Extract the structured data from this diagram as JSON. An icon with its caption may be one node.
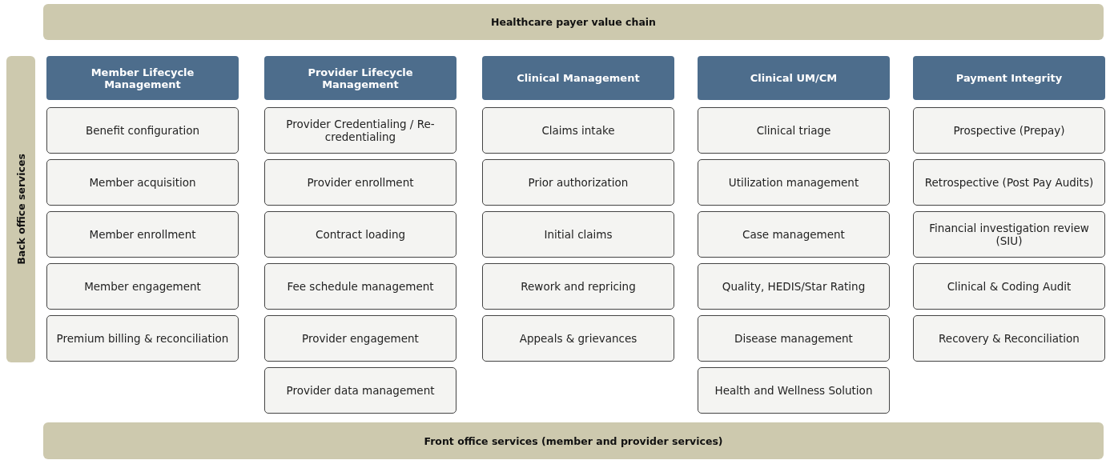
{
  "diagram": {
    "nodes": [
      {
        "text": [
          "Healthcare payer value chain"
        ]
      },
      {
        "text": [
          "Back office services"
        ]
      },
      {
        "text": [
          "Member Lifecycle Management"
        ]
      },
      {
        "text": [
          "Benefit configuration"
        ]
      },
      {
        "text": [
          "Member acquisition"
        ]
      },
      {
        "text": [
          "Member enrollment"
        ]
      },
      {
        "text": [
          "Member engagement"
        ]
      },
      {
        "text": [
          "Premium billing & reconciliation"
        ]
      },
      {
        "text": [
          "Provider Lifecycle Management"
        ]
      },
      {
        "text": [
          "Provider Credentialing / Re-credentialing"
        ]
      },
      {
        "text": [
          "Provider enrollment"
        ]
      },
      {
        "text": [
          "Contract loading"
        ]
      },
      {
        "text": [
          "Fee schedule management"
        ]
      },
      {
        "text": [
          "Provider engagement"
        ]
      },
      {
        "text": [
          "Provider data management"
        ]
      },
      {
        "text": [
          "Clinical Management"
        ]
      },
      {
        "text": [
          "Claims intake"
        ]
      },
      {
        "text": [
          "Prior authorization"
        ]
      },
      {
        "text": [
          "Initial claims"
        ]
      },
      {
        "text": [
          "Rework and repricing"
        ]
      },
      {
        "text": [
          "Appeals & grievances"
        ]
      },
      {
        "text": [
          "Clinical UM/CM"
        ]
      },
      {
        "text": [
          "Clinical triage"
        ]
      },
      {
        "text": [
          "Utilization management"
        ]
      },
      {
        "text": [
          "Case management"
        ]
      },
      {
        "text": [
          "Quality, HEDIS/Star Rating"
        ]
      },
      {
        "text": [
          "Disease management"
        ]
      },
      {
        "text": [
          "Health and Wellness Solution"
        ]
      },
      {
        "text": [
          "Payment Integrity"
        ]
      },
      {
        "text": [
          "Prospective (Prepay)"
        ]
      },
      {
        "text": [
          "Retrospective (Post Pay Audits)"
        ]
      },
      {
        "text": [
          "Financial investigation review (SIU)"
        ]
      },
      {
        "text": [
          "Clinical & Coding Audit"
        ]
      },
      {
        "text": [
          "Recovery & Reconciliation"
        ]
      },
      {
        "text": [
          "Front office services (member and provider services)"
        ]
      }
    ]
  }
}
